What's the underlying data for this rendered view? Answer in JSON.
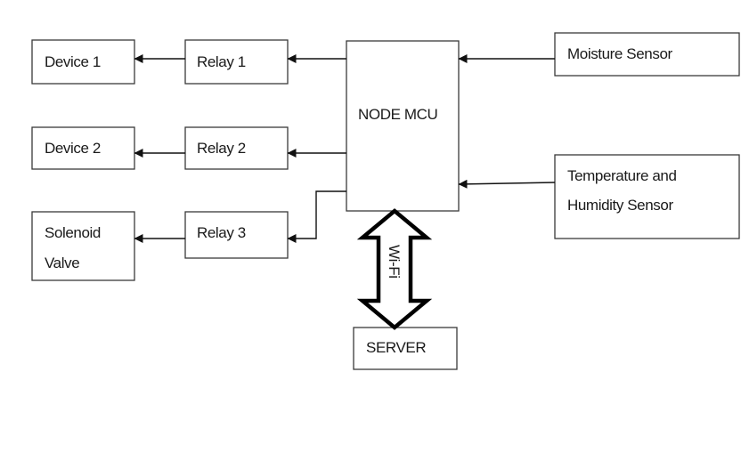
{
  "diagram": {
    "blocks": {
      "device1": {
        "line1": "Device 1"
      },
      "device2": {
        "line1": "Device 2"
      },
      "solenoid": {
        "line1": "Solenoid",
        "line2": "Valve"
      },
      "relay1": {
        "line1": "Relay 1"
      },
      "relay2": {
        "line1": "Relay 2"
      },
      "relay3": {
        "line1": "Relay 3"
      },
      "nodemcu": {
        "line1": "NODE MCU"
      },
      "moisture": {
        "line1": "Moisture Sensor"
      },
      "temphum": {
        "line1": "Temperature and",
        "line2": "Humidity Sensor"
      },
      "server": {
        "line1": "SERVER"
      }
    },
    "link_label": "Wi-Fi"
  }
}
